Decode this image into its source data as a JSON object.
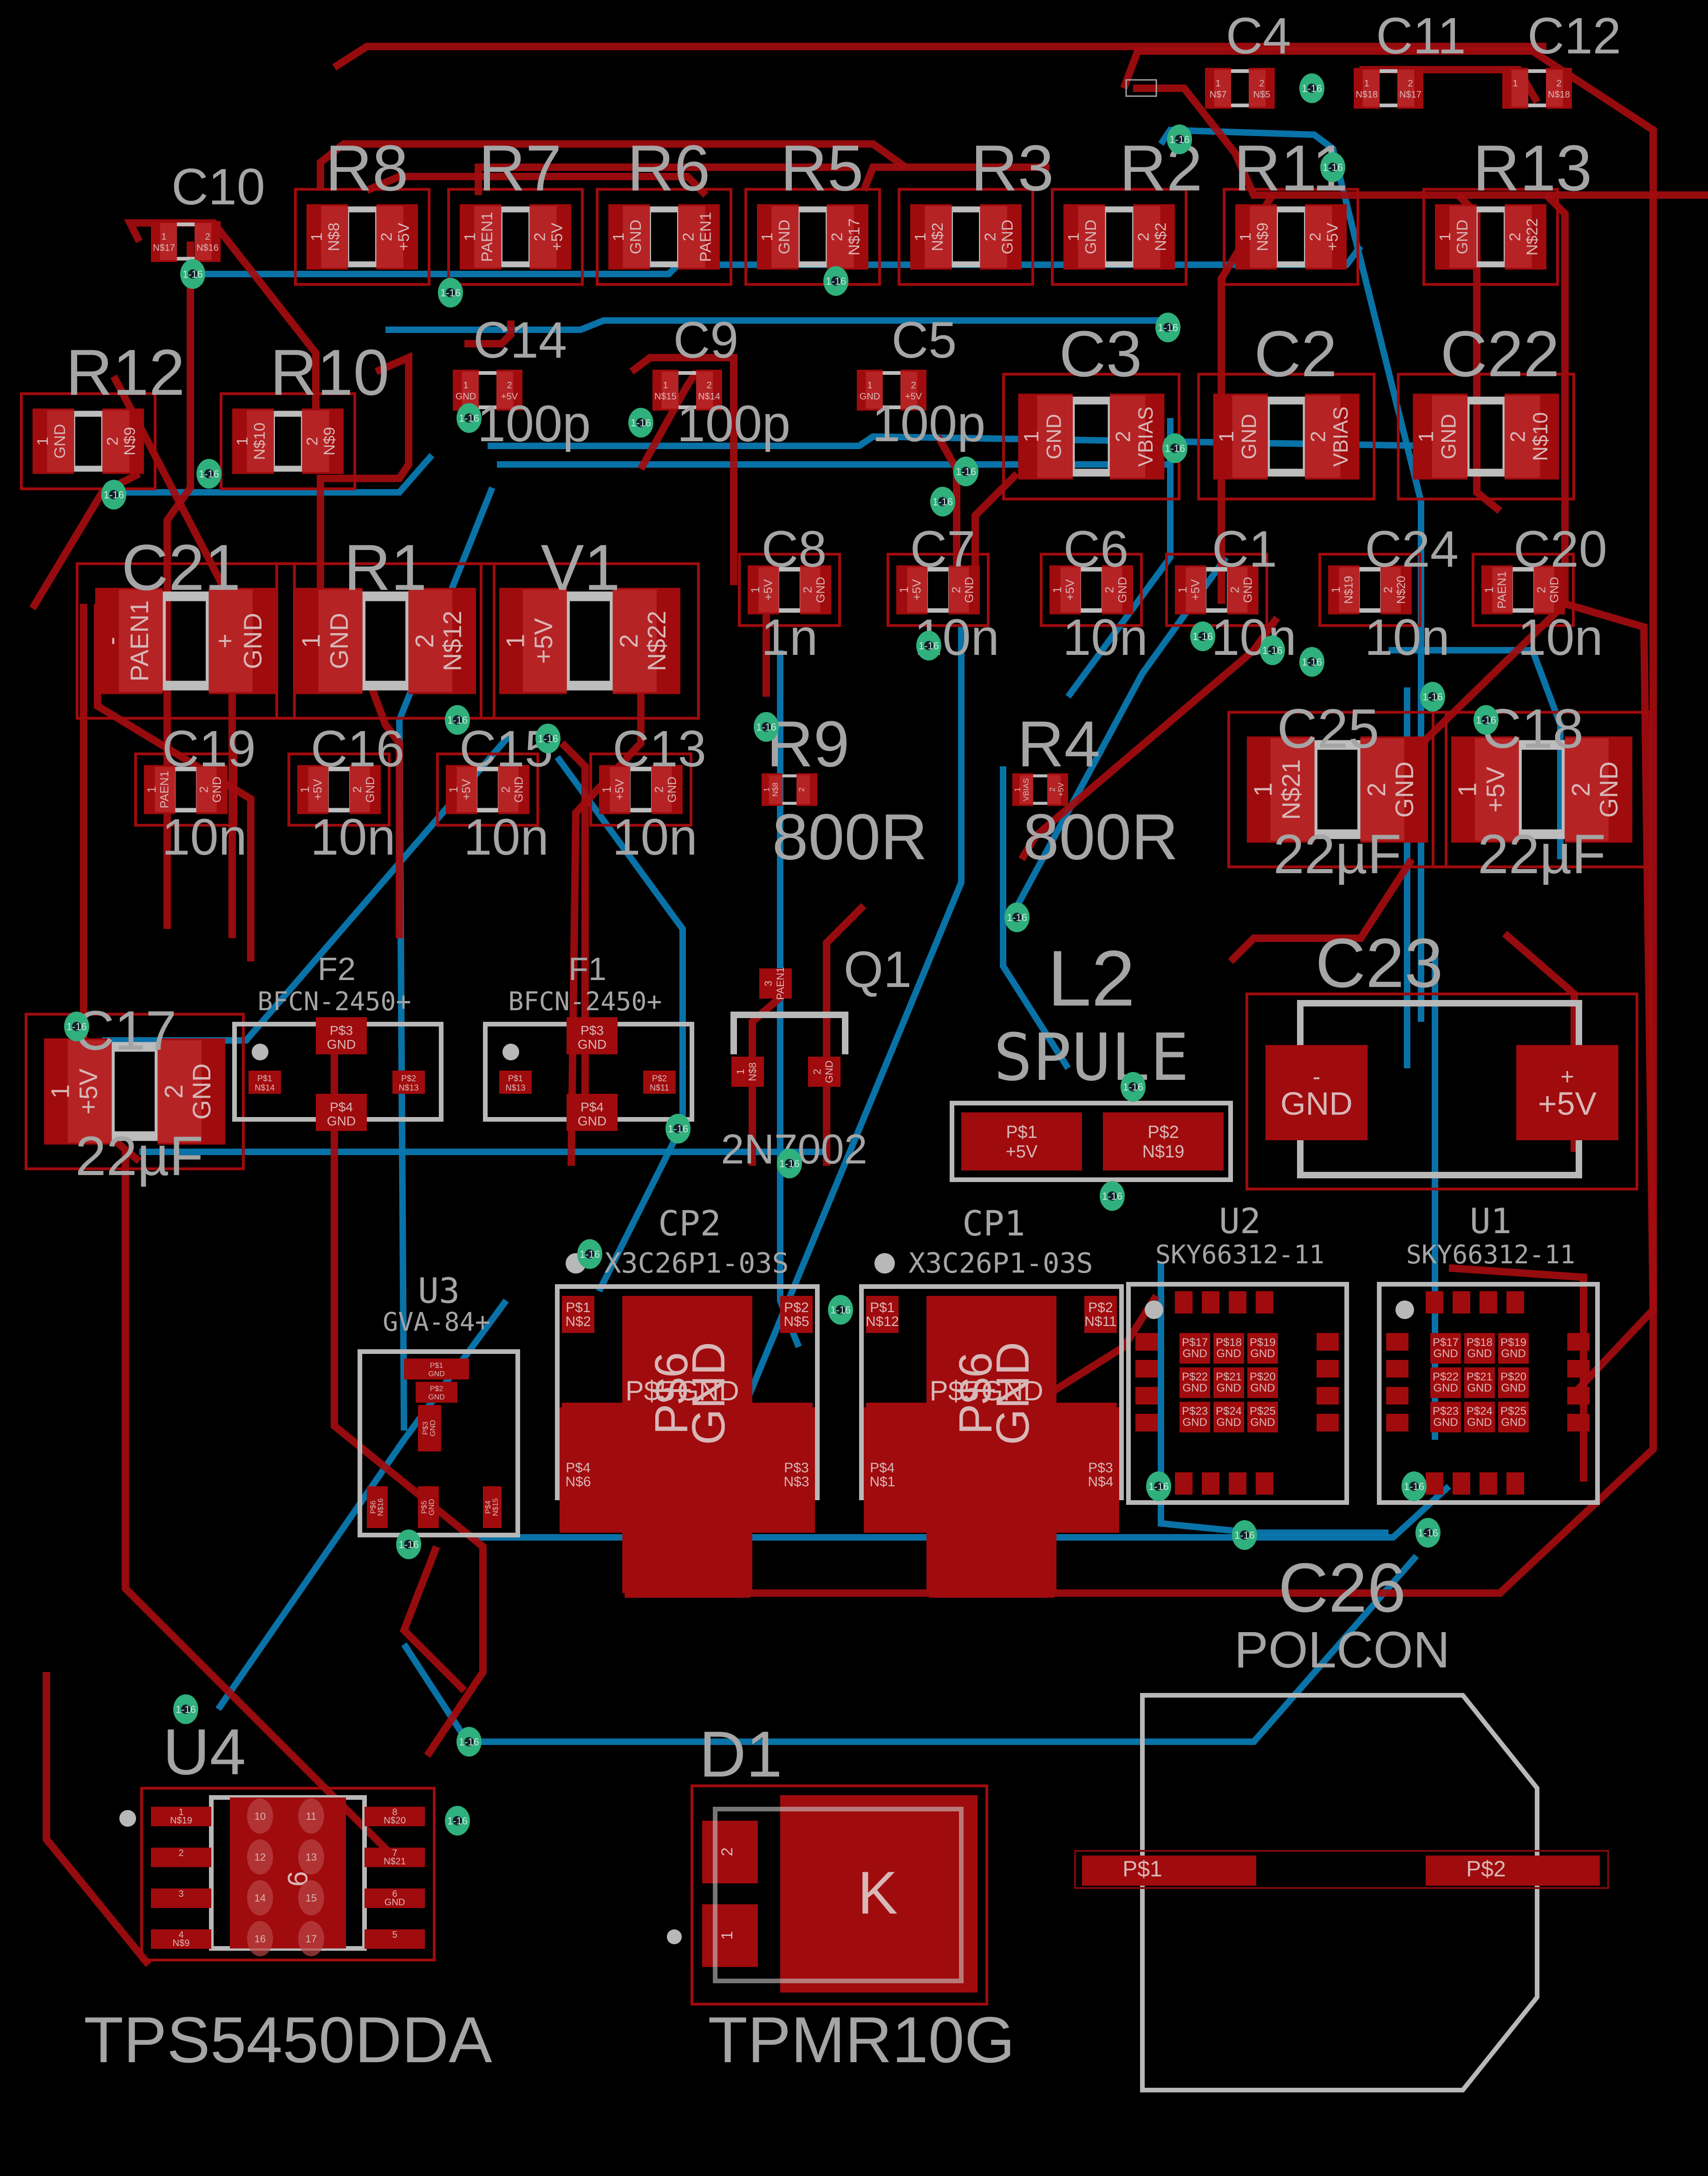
{
  "board": {
    "title": "PCB layout",
    "colors": {
      "background": "#000000",
      "top_copper": "#a00b0d",
      "bottom_copper": "#0a78b0",
      "silkscreen": "#a5a5a5",
      "via": "#2fb07c"
    },
    "via_label": "1-16"
  },
  "components": [
    {
      "ref": "C4",
      "value": "",
      "pads": [
        {
          "num": "1",
          "net": "N$7"
        },
        {
          "num": "2",
          "net": "N$5"
        }
      ]
    },
    {
      "ref": "C11",
      "value": "",
      "pads": [
        {
          "num": "1",
          "net": "N$18"
        },
        {
          "num": "2",
          "net": "N$17"
        }
      ]
    },
    {
      "ref": "C12",
      "value": "",
      "pads": [
        {
          "num": "1",
          "net": ""
        },
        {
          "num": "2",
          "net": "N$18"
        }
      ]
    },
    {
      "ref": "C10",
      "value": "",
      "pads": [
        {
          "num": "1",
          "net": "N$17"
        },
        {
          "num": "2",
          "net": "N$16"
        }
      ]
    },
    {
      "ref": "R8",
      "value": "",
      "pads": [
        {
          "num": "1",
          "net": "N$8"
        },
        {
          "num": "2",
          "net": "+5V"
        }
      ]
    },
    {
      "ref": "R7",
      "value": "",
      "pads": [
        {
          "num": "1",
          "net": "PAEN1"
        },
        {
          "num": "2",
          "net": "+5V"
        }
      ]
    },
    {
      "ref": "R6",
      "value": "",
      "pads": [
        {
          "num": "1",
          "net": "GND"
        },
        {
          "num": "2",
          "net": "PAEN1"
        }
      ]
    },
    {
      "ref": "R5",
      "value": "",
      "pads": [
        {
          "num": "1",
          "net": "GND"
        },
        {
          "num": "2",
          "net": "N$17"
        }
      ]
    },
    {
      "ref": "R3",
      "value": "",
      "pads": [
        {
          "num": "1",
          "net": "N$2"
        },
        {
          "num": "2",
          "net": "GND"
        }
      ]
    },
    {
      "ref": "R2",
      "value": "",
      "pads": [
        {
          "num": "1",
          "net": "GND"
        },
        {
          "num": "2",
          "net": "N$2"
        }
      ]
    },
    {
      "ref": "R11",
      "value": "",
      "pads": [
        {
          "num": "1",
          "net": "N$9"
        },
        {
          "num": "2",
          "net": "+5V"
        }
      ]
    },
    {
      "ref": "R13",
      "value": "",
      "pads": [
        {
          "num": "1",
          "net": "GND"
        },
        {
          "num": "2",
          "net": "N$22"
        }
      ]
    },
    {
      "ref": "R12",
      "value": "",
      "pads": [
        {
          "num": "1",
          "net": "GND"
        },
        {
          "num": "2",
          "net": "N$9"
        }
      ]
    },
    {
      "ref": "R10",
      "value": "",
      "pads": [
        {
          "num": "1",
          "net": "N$10"
        },
        {
          "num": "2",
          "net": "N$9"
        }
      ]
    },
    {
      "ref": "C14",
      "value": "100p",
      "pads": [
        {
          "num": "1",
          "net": "GND"
        },
        {
          "num": "2",
          "net": "+5V"
        }
      ]
    },
    {
      "ref": "C9",
      "value": "100p",
      "pads": [
        {
          "num": "1",
          "net": "N$15"
        },
        {
          "num": "2",
          "net": "N$14"
        }
      ]
    },
    {
      "ref": "C5",
      "value": "100p",
      "pads": [
        {
          "num": "1",
          "net": "GND"
        },
        {
          "num": "2",
          "net": "+5V"
        }
      ]
    },
    {
      "ref": "C3",
      "value": "",
      "pads": [
        {
          "num": "1",
          "net": "GND"
        },
        {
          "num": "2",
          "net": "VBIAS"
        }
      ]
    },
    {
      "ref": "C2",
      "value": "",
      "pads": [
        {
          "num": "1",
          "net": "GND"
        },
        {
          "num": "2",
          "net": "VBIAS"
        }
      ]
    },
    {
      "ref": "C22",
      "value": "",
      "pads": [
        {
          "num": "1",
          "net": "GND"
        },
        {
          "num": "2",
          "net": "N$10"
        }
      ]
    },
    {
      "ref": "C21",
      "value": "",
      "pads": [
        {
          "num": "-",
          "net": "PAEN1"
        },
        {
          "num": "+",
          "net": "GND"
        }
      ]
    },
    {
      "ref": "R1",
      "value": "",
      "pads": [
        {
          "num": "1",
          "net": "GND"
        },
        {
          "num": "2",
          "net": "N$12"
        }
      ]
    },
    {
      "ref": "V1",
      "value": "",
      "pads": [
        {
          "num": "1",
          "net": "+5V"
        },
        {
          "num": "2",
          "net": "N$22"
        }
      ]
    },
    {
      "ref": "C8",
      "value": "1n",
      "pads": [
        {
          "num": "1",
          "net": "+5V"
        },
        {
          "num": "2",
          "net": "GND"
        }
      ]
    },
    {
      "ref": "C7",
      "value": "10n",
      "pads": [
        {
          "num": "1",
          "net": "+5V"
        },
        {
          "num": "2",
          "net": "GND"
        }
      ]
    },
    {
      "ref": "C6",
      "value": "10n",
      "pads": [
        {
          "num": "1",
          "net": "+5V"
        },
        {
          "num": "2",
          "net": "GND"
        }
      ]
    },
    {
      "ref": "C1",
      "value": "10n",
      "pads": [
        {
          "num": "1",
          "net": "+5V"
        },
        {
          "num": "2",
          "net": "GND"
        }
      ]
    },
    {
      "ref": "C24",
      "value": "10n",
      "pads": [
        {
          "num": "1",
          "net": "N$19"
        },
        {
          "num": "2",
          "net": "N$20"
        }
      ]
    },
    {
      "ref": "C20",
      "value": "10n",
      "pads": [
        {
          "num": "1",
          "net": "PAEN1"
        },
        {
          "num": "2",
          "net": "GND"
        }
      ]
    },
    {
      "ref": "C19",
      "value": "10n",
      "pads": [
        {
          "num": "1",
          "net": "PAEN1"
        },
        {
          "num": "2",
          "net": "GND"
        }
      ]
    },
    {
      "ref": "C16",
      "value": "10n",
      "pads": [
        {
          "num": "1",
          "net": "+5V"
        },
        {
          "num": "2",
          "net": "GND"
        }
      ]
    },
    {
      "ref": "C15",
      "value": "10n",
      "pads": [
        {
          "num": "1",
          "net": "+5V"
        },
        {
          "num": "2",
          "net": "GND"
        }
      ]
    },
    {
      "ref": "C13",
      "value": "10n",
      "pads": [
        {
          "num": "1",
          "net": "+5V"
        },
        {
          "num": "2",
          "net": "GND"
        }
      ]
    },
    {
      "ref": "R9",
      "value": "800R",
      "pads": [
        {
          "num": "1",
          "net": "N$8"
        },
        {
          "num": "2",
          "net": ""
        }
      ]
    },
    {
      "ref": "R4",
      "value": "800R",
      "pads": [
        {
          "num": "1",
          "net": "VBIAS"
        },
        {
          "num": "2",
          "net": "+5V"
        }
      ]
    },
    {
      "ref": "C25",
      "value": "22µF",
      "pads": [
        {
          "num": "1",
          "net": "N$21"
        },
        {
          "num": "2",
          "net": "GND"
        }
      ]
    },
    {
      "ref": "C18",
      "value": "22µF",
      "pads": [
        {
          "num": "1",
          "net": "+5V"
        },
        {
          "num": "2",
          "net": "GND"
        }
      ]
    },
    {
      "ref": "C17",
      "value": "22µF",
      "pads": [
        {
          "num": "1",
          "net": "+5V"
        },
        {
          "num": "2",
          "net": "GND"
        }
      ]
    },
    {
      "ref": "F2",
      "value": "BFCN-2450+",
      "pads": [
        {
          "num": "P$1",
          "net": "N$14"
        },
        {
          "num": "P$2",
          "net": "N$13"
        },
        {
          "num": "P$3",
          "net": "GND"
        },
        {
          "num": "P$4",
          "net": "GND"
        }
      ]
    },
    {
      "ref": "F1",
      "value": "BFCN-2450+",
      "pads": [
        {
          "num": "P$1",
          "net": "N$13"
        },
        {
          "num": "P$2",
          "net": "N$11"
        },
        {
          "num": "P$3",
          "net": "GND"
        },
        {
          "num": "P$4",
          "net": "GND"
        }
      ]
    },
    {
      "ref": "Q1",
      "value": "2N7002",
      "pads": [
        {
          "num": "1",
          "net": "N$8"
        },
        {
          "num": "2",
          "net": "GND"
        },
        {
          "num": "3",
          "net": "PAEN1"
        }
      ]
    },
    {
      "ref": "L2",
      "value": "SPULE",
      "pads": [
        {
          "num": "P$1",
          "net": "+5V"
        },
        {
          "num": "P$2",
          "net": "N$19"
        }
      ]
    },
    {
      "ref": "C23",
      "value": "",
      "pads": [
        {
          "num": "-",
          "net": "GND"
        },
        {
          "num": "+",
          "net": "+5V"
        }
      ]
    },
    {
      "ref": "CP2",
      "value": "X3C26P1-03S",
      "pads": [
        {
          "num": "P$1",
          "net": "N$2"
        },
        {
          "num": "P$2",
          "net": "N$5"
        },
        {
          "num": "P$3",
          "net": "N$3"
        },
        {
          "num": "P$4",
          "net": "N$6"
        },
        {
          "num": "P$5",
          "net": "GND"
        },
        {
          "num": "P$6",
          "net": "GND"
        }
      ]
    },
    {
      "ref": "CP1",
      "value": "X3C26P1-03S",
      "pads": [
        {
          "num": "P$1",
          "net": "N$12"
        },
        {
          "num": "P$2",
          "net": "N$11"
        },
        {
          "num": "P$3",
          "net": "N$4"
        },
        {
          "num": "P$4",
          "net": "N$1"
        },
        {
          "num": "P$5",
          "net": "GND"
        },
        {
          "num": "P$6",
          "net": "GND"
        }
      ]
    },
    {
      "ref": "U3",
      "value": "GVA-84+",
      "pads": [
        {
          "num": "P$1",
          "net": "GND"
        },
        {
          "num": "P$2",
          "net": "GND"
        },
        {
          "num": "P$3",
          "net": "GND"
        },
        {
          "num": "P$4",
          "net": "N$15"
        },
        {
          "num": "P$5",
          "net": "GND"
        },
        {
          "num": "P$6",
          "net": "N$16"
        }
      ]
    },
    {
      "ref": "U2",
      "value": "SKY66312-11",
      "pads": [
        {
          "num": "P$17",
          "net": "GND"
        },
        {
          "num": "P$18",
          "net": "GND"
        },
        {
          "num": "P$19",
          "net": "GND"
        },
        {
          "num": "P$22",
          "net": "GND"
        },
        {
          "num": "P$21",
          "net": "GND"
        },
        {
          "num": "P$20",
          "net": "GND"
        },
        {
          "num": "P$23",
          "net": "GND"
        },
        {
          "num": "P$24",
          "net": "GND"
        },
        {
          "num": "P$25",
          "net": "GND"
        }
      ]
    },
    {
      "ref": "U1",
      "value": "SKY66312-11",
      "pads": [
        {
          "num": "P$17",
          "net": "GND"
        },
        {
          "num": "P$18",
          "net": "GND"
        },
        {
          "num": "P$19",
          "net": "GND"
        },
        {
          "num": "P$22",
          "net": "GND"
        },
        {
          "num": "P$21",
          "net": "GND"
        },
        {
          "num": "P$20",
          "net": "GND"
        },
        {
          "num": "P$23",
          "net": "GND"
        },
        {
          "num": "P$24",
          "net": "GND"
        },
        {
          "num": "P$25",
          "net": "GND"
        }
      ]
    },
    {
      "ref": "C26",
      "value": "POLCON",
      "pads": [
        {
          "num": "P$1",
          "net": ""
        },
        {
          "num": "P$2",
          "net": ""
        }
      ]
    },
    {
      "ref": "U4",
      "value": "TPS5450DDA",
      "pads": [
        {
          "num": "1",
          "net": "N$19"
        },
        {
          "num": "2",
          "net": ""
        },
        {
          "num": "3",
          "net": ""
        },
        {
          "num": "4",
          "net": "N$9"
        },
        {
          "num": "5",
          "net": ""
        },
        {
          "num": "6",
          "net": "GND"
        },
        {
          "num": "7",
          "net": "N$21"
        },
        {
          "num": "8",
          "net": "N$20"
        },
        {
          "num": "9",
          "net": ""
        }
      ],
      "thermal_vias": [
        "10",
        "11",
        "12",
        "13",
        "14",
        "15",
        "16",
        "17"
      ]
    },
    {
      "ref": "D1",
      "value": "TPMR10G",
      "pads": [
        {
          "num": "1",
          "net": ""
        },
        {
          "num": "2",
          "net": ""
        },
        {
          "num": "K",
          "net": ""
        }
      ]
    }
  ]
}
